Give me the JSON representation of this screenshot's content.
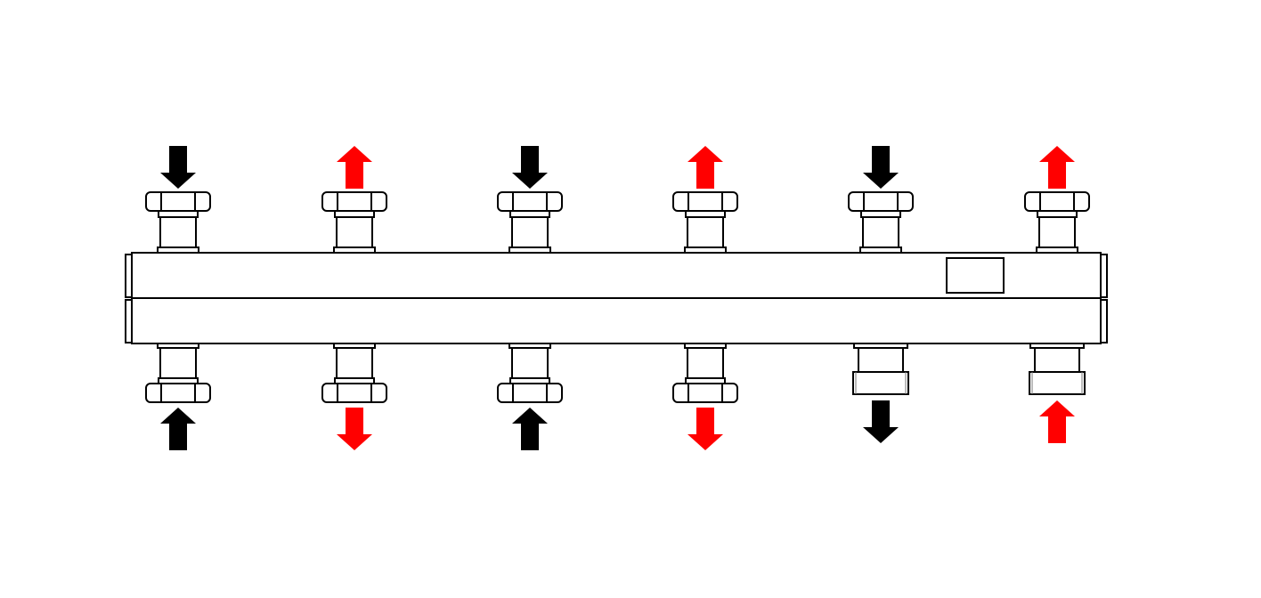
{
  "colors": {
    "supply": "#ff0000",
    "return": "#000000",
    "outline": "#000000"
  },
  "manifold": {
    "circuits": 6,
    "label_plate": true
  },
  "outlets": [
    {
      "top": {
        "dir": "down",
        "color": "return",
        "fitting": "union-nut"
      },
      "bottom": {
        "dir": "up",
        "color": "return",
        "fitting": "union-nut"
      }
    },
    {
      "top": {
        "dir": "up",
        "color": "supply",
        "fitting": "union-nut"
      },
      "bottom": {
        "dir": "down",
        "color": "supply",
        "fitting": "union-nut"
      }
    },
    {
      "top": {
        "dir": "down",
        "color": "return",
        "fitting": "union-nut"
      },
      "bottom": {
        "dir": "up",
        "color": "return",
        "fitting": "union-nut"
      }
    },
    {
      "top": {
        "dir": "up",
        "color": "supply",
        "fitting": "union-nut"
      },
      "bottom": {
        "dir": "down",
        "color": "supply",
        "fitting": "union-nut"
      }
    },
    {
      "top": {
        "dir": "down",
        "color": "return",
        "fitting": "union-nut"
      },
      "bottom": {
        "dir": "down",
        "color": "return",
        "fitting": "male-thread"
      }
    },
    {
      "top": {
        "dir": "up",
        "color": "supply",
        "fitting": "union-nut"
      },
      "bottom": {
        "dir": "up",
        "color": "supply",
        "fitting": "male-thread"
      }
    }
  ]
}
